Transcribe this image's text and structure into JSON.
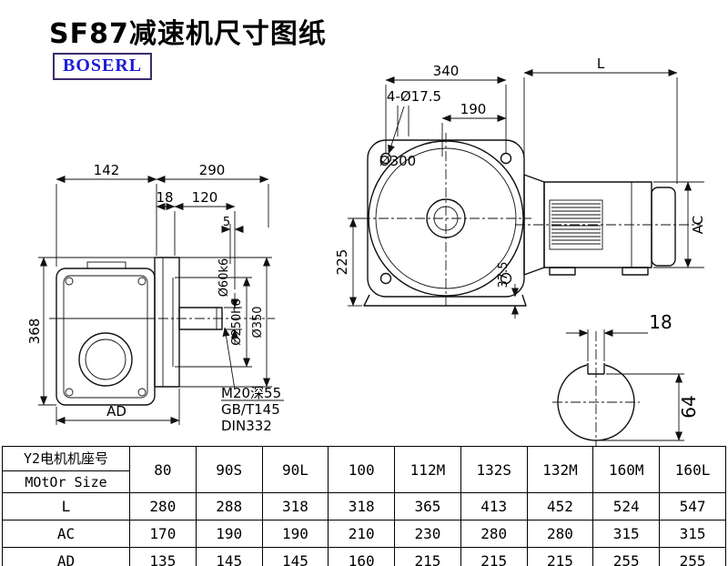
{
  "page": {
    "title": "SF87减速机尺寸图纸",
    "logo": "BOSERL"
  },
  "colors": {
    "logo_text": "#1c1cd8",
    "logo_border": "#3d2b69",
    "line": "#111111"
  },
  "drawing": {
    "side": {
      "d142": "142",
      "d290": "290",
      "d18": "18",
      "d120": "120",
      "d5": "5",
      "d368": "368",
      "dAD": "AD",
      "dia_shaft": "Ø60k6",
      "dia_spigot": "Ø250h6",
      "dia_flange": "Ø350",
      "note1": "M20深55",
      "note2": "GB/T145",
      "note3": "DIN332"
    },
    "front": {
      "d340": "340",
      "dL": "L",
      "holes": "4-Ø17.5",
      "d190": "190",
      "dia300": "Ø300",
      "d225": "225",
      "d375": "37.5",
      "dAC": "AC"
    },
    "shaft": {
      "d18": "18",
      "d64": "64"
    }
  },
  "table": {
    "header_line1": "Y2电机机座号",
    "header_line2": "MOtOr Size",
    "columns": [
      "80",
      "90S",
      "90L",
      "100",
      "112M",
      "132S",
      "132M",
      "160M",
      "160L"
    ],
    "rows": [
      {
        "label": "L",
        "values": [
          "280",
          "288",
          "318",
          "318",
          "365",
          "413",
          "452",
          "524",
          "547"
        ]
      },
      {
        "label": "AC",
        "values": [
          "170",
          "190",
          "190",
          "210",
          "230",
          "280",
          "280",
          "315",
          "315"
        ]
      },
      {
        "label": "AD",
        "values": [
          "135",
          "145",
          "145",
          "160",
          "215",
          "215",
          "215",
          "255",
          "255"
        ]
      }
    ]
  }
}
